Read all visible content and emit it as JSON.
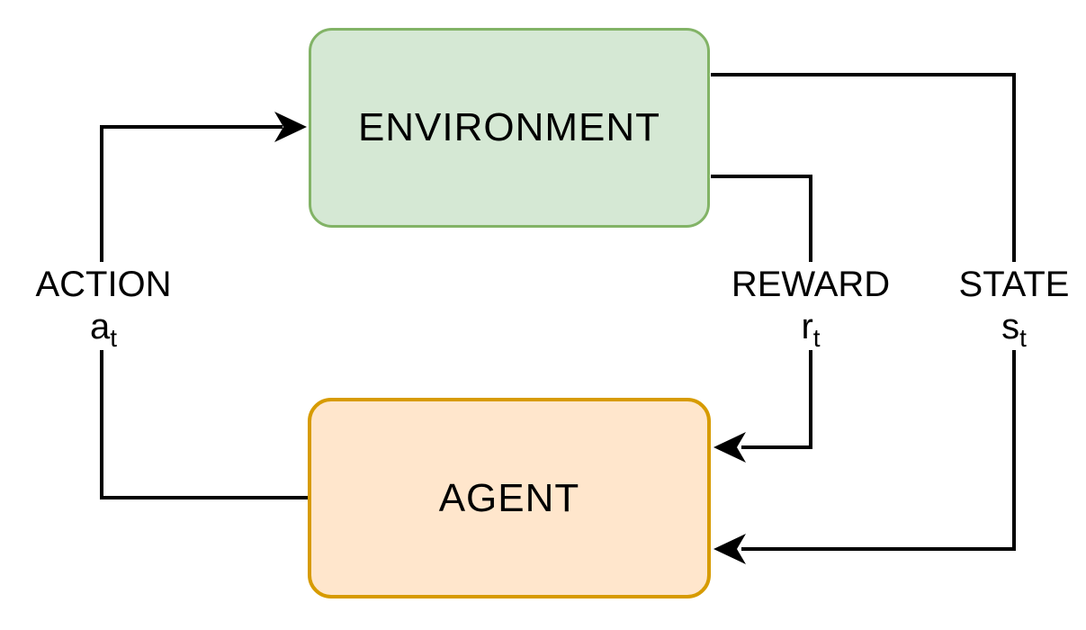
{
  "diagram": {
    "type": "reinforcement-learning-loop",
    "background_color": "#ffffff",
    "connector_color": "#000000",
    "nodes": {
      "environment": {
        "label": "ENVIRONMENT",
        "fill": "#d5e8d4",
        "border": "#82b366"
      },
      "agent": {
        "label": "AGENT",
        "fill": "#ffe6cc",
        "border": "#d79b00"
      }
    },
    "edges": {
      "action": {
        "label": "ACTION",
        "symbol": "a",
        "subscript": "t",
        "from": "AGENT",
        "to": "ENVIRONMENT"
      },
      "reward": {
        "label": "REWARD",
        "symbol": "r",
        "subscript": "t",
        "from": "ENVIRONMENT",
        "to": "AGENT"
      },
      "state": {
        "label": "STATE",
        "symbol": "s",
        "subscript": "t",
        "from": "ENVIRONMENT",
        "to": "AGENT"
      }
    }
  }
}
